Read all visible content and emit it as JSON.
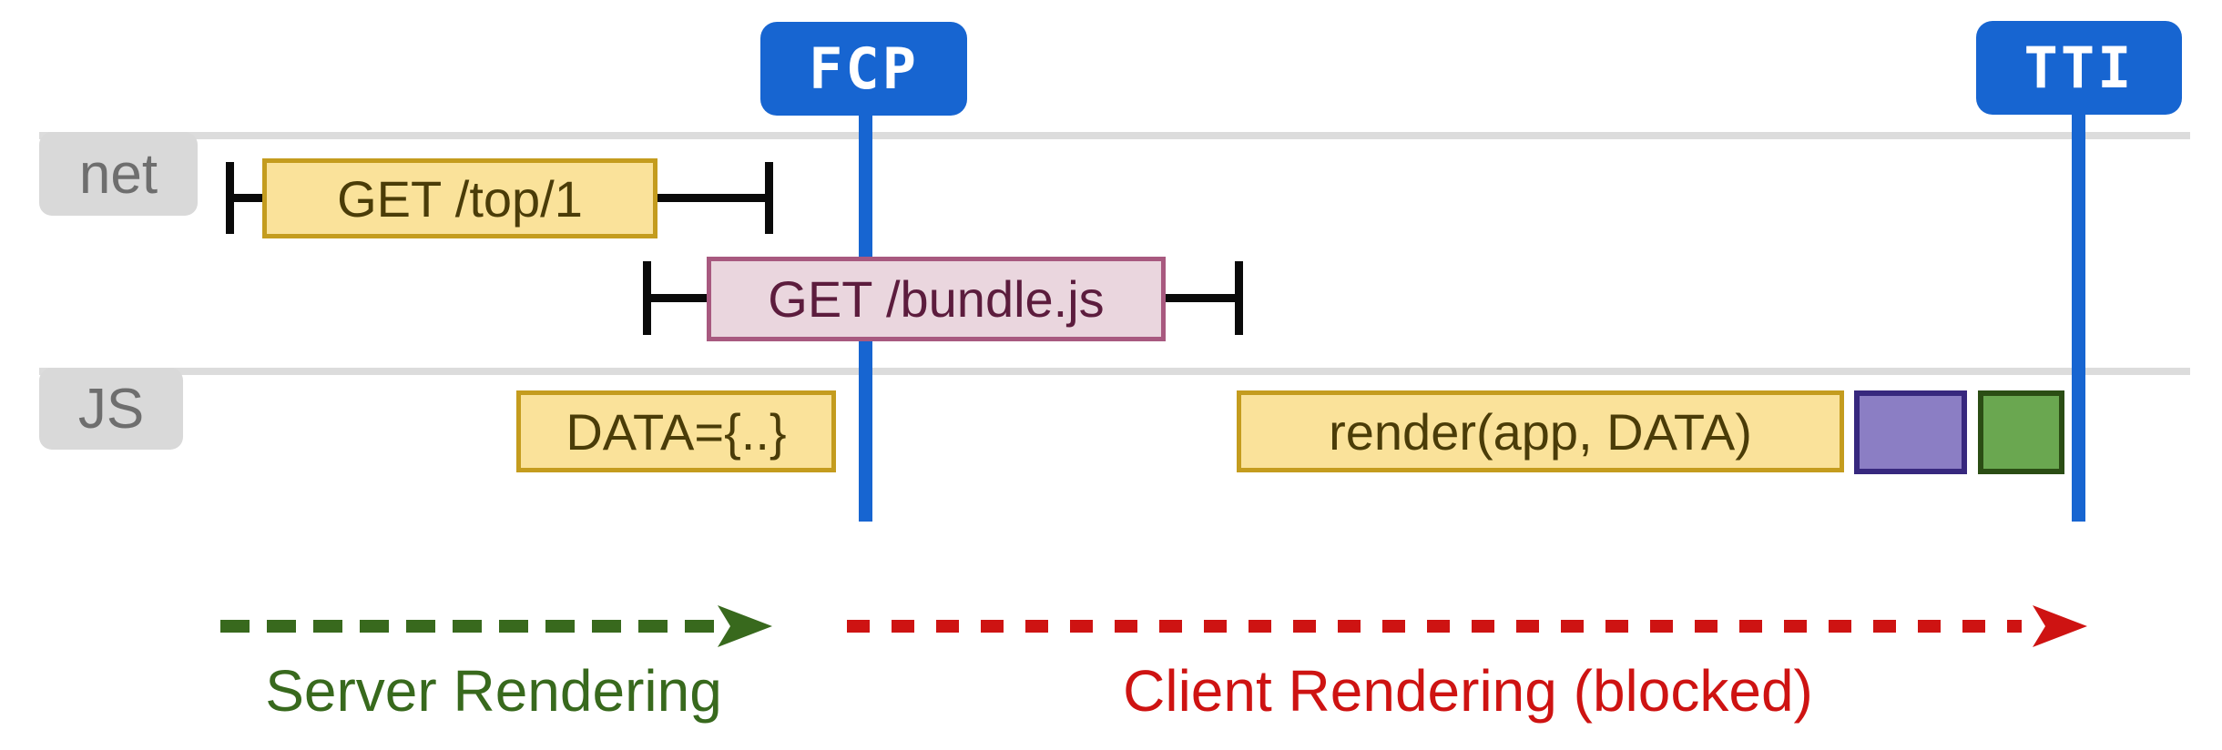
{
  "markers": {
    "fcp": {
      "label": "FCP"
    },
    "tti": {
      "label": "TTI"
    }
  },
  "lanes": {
    "net": {
      "label": "net"
    },
    "js": {
      "label": "JS"
    }
  },
  "tasks": {
    "get_top": {
      "label": "GET /top/1",
      "lane": "net",
      "style": "yellow"
    },
    "get_bundle": {
      "label": "GET /bundle.js",
      "lane": "net",
      "style": "pink"
    },
    "data": {
      "label": "DATA={..}",
      "lane": "JS",
      "style": "yellow"
    },
    "render": {
      "label": "render(app, DATA)",
      "lane": "JS",
      "style": "yellow"
    },
    "purple_task": {
      "label": "",
      "lane": "JS",
      "style": "purple"
    },
    "green_task": {
      "label": "",
      "lane": "JS",
      "style": "green"
    }
  },
  "phases": {
    "server": {
      "label": "Server Rendering",
      "color": "#38691d"
    },
    "client": {
      "label": "Client Rendering (blocked)",
      "color": "#ce1312"
    }
  },
  "colors": {
    "marker_blue": "#1765d1",
    "lane_line_gray": "#dcdcdc",
    "lane_label_bg": "#d9d9d9",
    "lane_label_text": "#6e6e6e",
    "yellow_fill": "#fae29a",
    "yellow_border": "#c49c1e",
    "yellow_text": "#4a3c08",
    "pink_fill": "#ead6de",
    "pink_border": "#a8597f",
    "pink_text": "#5c1c3d",
    "purple_fill": "#8b7ec4",
    "purple_border": "#37287e",
    "green_fill": "#6aa750",
    "green_border": "#2b4d14",
    "bracket_black": "#0a0a0a",
    "server_arrow_green": "#38691d",
    "client_arrow_red": "#ce1312"
  }
}
